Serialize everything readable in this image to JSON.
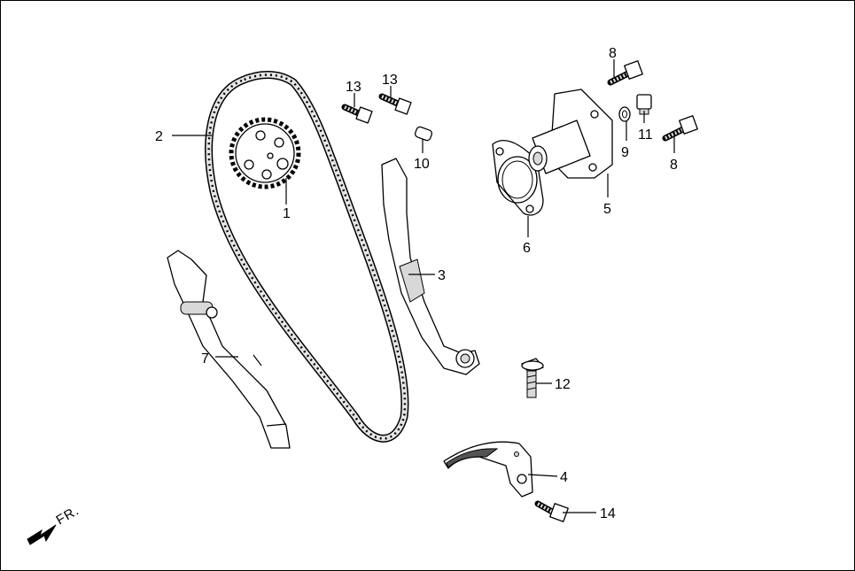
{
  "diagram": {
    "direction_label": "FR.",
    "callouts": {
      "c1": "1",
      "c2": "2",
      "c3": "3",
      "c4": "4",
      "c5": "5",
      "c6": "6",
      "c7": "7",
      "c8a": "8",
      "c8b": "8",
      "c9": "9",
      "c10": "10",
      "c11": "11",
      "c12": "12",
      "c13a": "13",
      "c13b": "13",
      "c14": "14"
    }
  }
}
